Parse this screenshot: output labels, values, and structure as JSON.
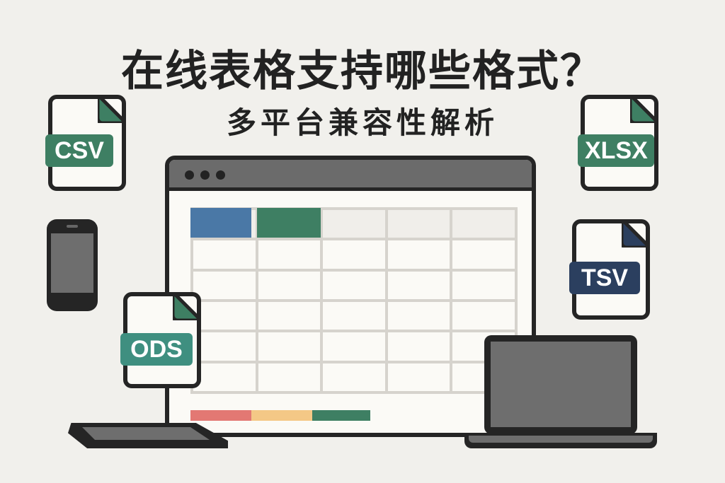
{
  "header": {
    "title": "在线表格支持哪些格式？",
    "subtitle": "多平台兼容性解析"
  },
  "window": {
    "traffic_lights": 3,
    "grid": {
      "columns": 5,
      "rows": 6
    },
    "header_cells": [
      {
        "color": "#4a78a6"
      },
      {
        "color": "#3e7f63"
      }
    ],
    "color_bar": [
      "#e37873",
      "#f4c886",
      "#3e7f63"
    ]
  },
  "files": [
    {
      "label": "CSV",
      "color": "#3e7f63"
    },
    {
      "label": "XLSX",
      "color": "#3e7f63"
    },
    {
      "label": "TSV",
      "color": "#2b3f5f"
    },
    {
      "label": "ODS",
      "color": "#3f8f80"
    }
  ],
  "devices": [
    "phone-icon",
    "tablet-icon",
    "laptop-icon",
    "desktop-window"
  ],
  "colors": {
    "background": "#f1f0ec",
    "outline": "#252525",
    "screen": "#6e6e6e"
  }
}
